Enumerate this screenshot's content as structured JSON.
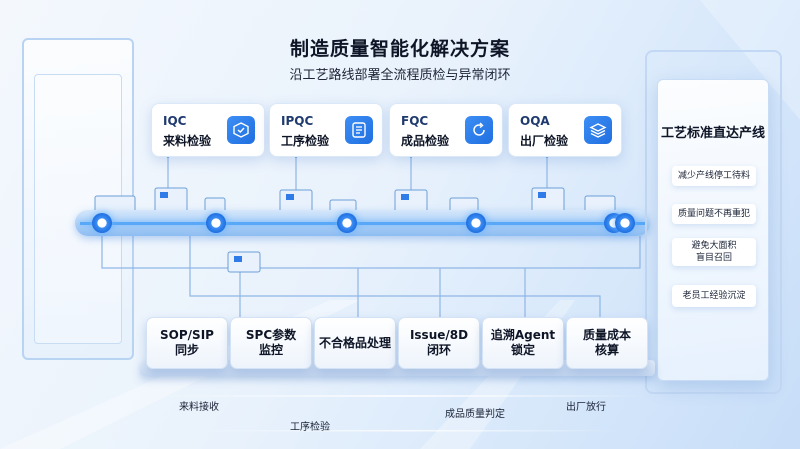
{
  "header": {
    "title": "制造质量智能化解决方案",
    "subtitle": "沿工艺路线部署全流程质检与异常闭环"
  },
  "stages": [
    {
      "code": "IQC",
      "label": "来料检验",
      "icon": "box-check-icon"
    },
    {
      "code": "IPQC",
      "label": "工序检验",
      "icon": "document-list-icon"
    },
    {
      "code": "FQC",
      "label": "成品检验",
      "icon": "refresh-cycle-icon"
    },
    {
      "code": "OQA",
      "label": "出厂检验",
      "icon": "layers-stack-icon"
    }
  ],
  "right_panel": {
    "title": "工艺标准直达产线",
    "benefits": [
      "减少产线停工待料",
      "质量问题不再重犯",
      "避免大面积\n盲目召回",
      "老员工经验沉淀"
    ]
  },
  "modules": [
    {
      "label": "SOP/SIP\n同步"
    },
    {
      "label": "SPC参数\n监控"
    },
    {
      "label": "不合格品处理"
    },
    {
      "label": "Issue/8D\n闭环"
    },
    {
      "label": "追溯Agent\n锁定"
    },
    {
      "label": "质量成本\n核算"
    }
  ],
  "bottom_labels": [
    "来料接收",
    "工序检验",
    "成品质量判定",
    "出厂放行"
  ],
  "colors": {
    "accent": "#1f6fe0",
    "belt": "#8dbdf2",
    "glow": "#58a8f7"
  }
}
